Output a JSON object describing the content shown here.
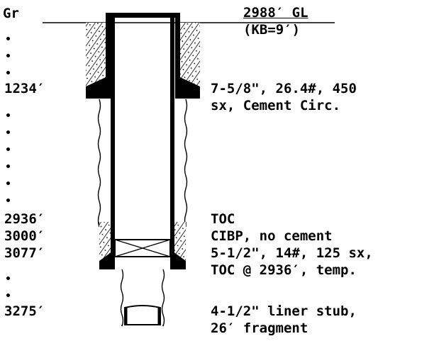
{
  "surface": {
    "ground_label": "Gr",
    "elevation": "2988′ GL",
    "kelly_bushing": "(KB=9′)"
  },
  "depths": {
    "d1234": "1234′",
    "d2936": "2936′",
    "d3000": "3000′",
    "d3077": "3077′",
    "d3275": "3275′"
  },
  "notes": {
    "surface_casing_1": "7-5/8\", 26.4#, 450",
    "surface_casing_2": "sx, Cement Circ.",
    "toc": "TOC",
    "cibp": "CIBP, no cement",
    "production_casing_1": "5-1/2\", 14#, 125 sx,",
    "production_casing_2": "TOC @ 2936′, temp.",
    "liner_1": "4-1/2\" liner stub,",
    "liner_2": "26′ fragment"
  }
}
